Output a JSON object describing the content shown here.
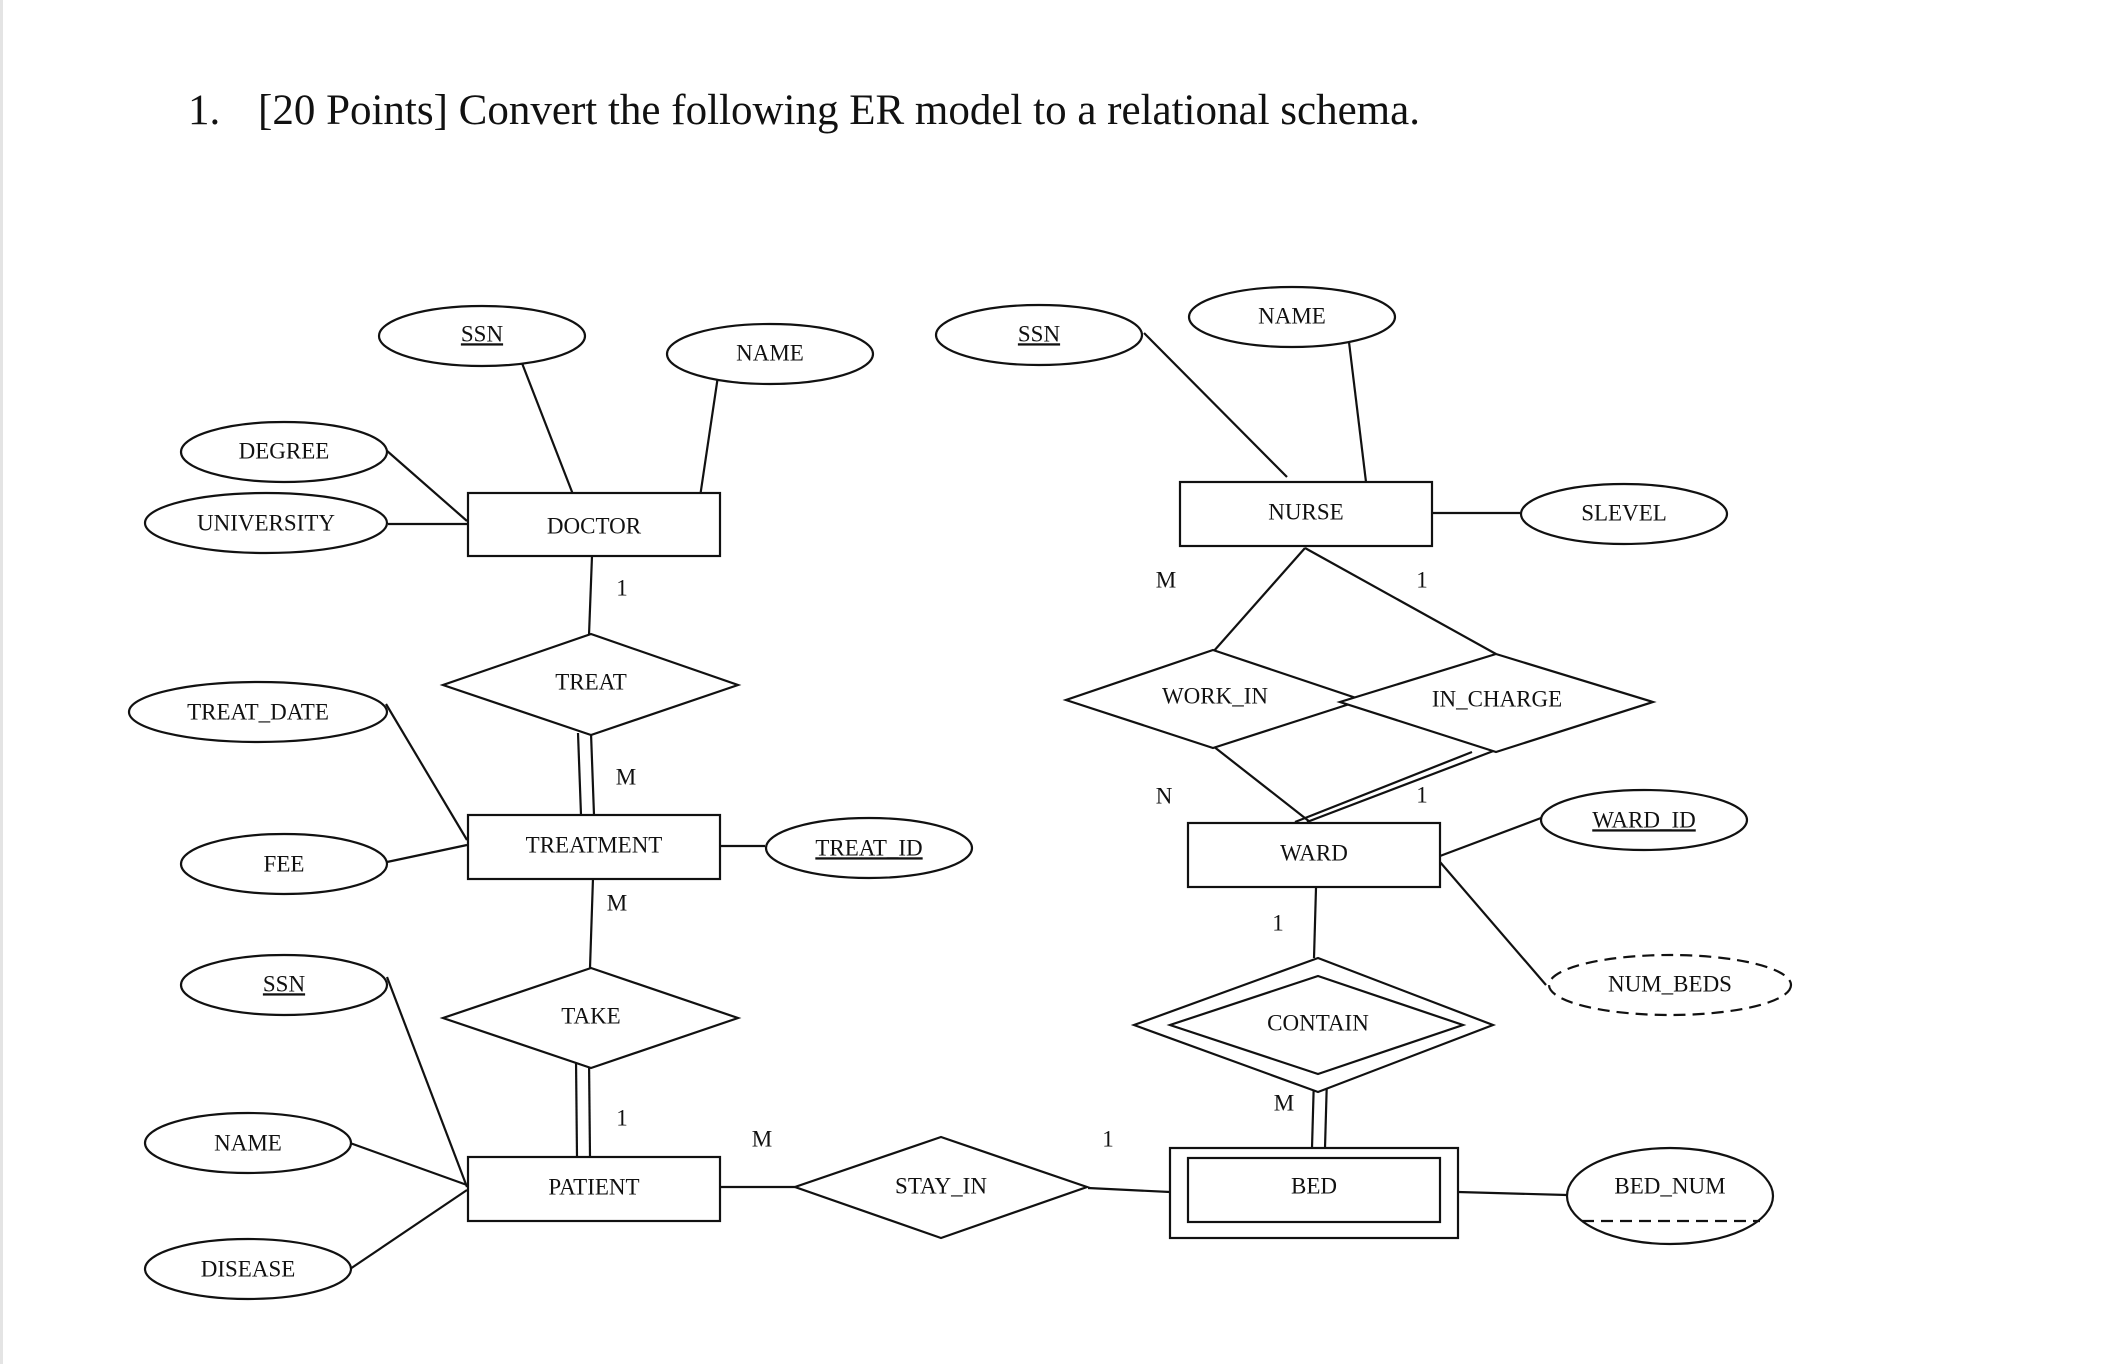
{
  "question": {
    "number": "1.",
    "text": "[20 Points] Convert the following ER model to a relational schema."
  },
  "diagram": {
    "entities": {
      "doctor": "DOCTOR",
      "nurse": "NURSE",
      "treatment": "TREATMENT",
      "ward": "WARD",
      "patient": "PATIENT",
      "bed": "BED"
    },
    "relationships": {
      "treat": "TREAT",
      "take": "TAKE",
      "work_in": "WORK_IN",
      "in_charge": "IN_CHARGE",
      "contain": "CONTAIN",
      "stay_in": "STAY_IN"
    },
    "attributes": {
      "doctor_ssn": "SSN",
      "doctor_name": "NAME",
      "degree": "DEGREE",
      "university": "UNIVERSITY",
      "nurse_ssn": "SSN",
      "nurse_name": "NAME",
      "slevel": "SLEVEL",
      "treat_date": "TREAT_DATE",
      "fee": "FEE",
      "treat_id": "TREAT_ID",
      "ward_id": "WARD_ID",
      "num_beds": "NUM_BEDS",
      "patient_ssn": "SSN",
      "patient_name": "NAME",
      "disease": "DISEASE",
      "bed_num": "BED_NUM"
    },
    "cardinalities": {
      "doctor_treat": "1",
      "treatment_treat": "M",
      "treatment_take": "M",
      "patient_take": "1",
      "nurse_work_in": "M",
      "ward_work_in": "N",
      "nurse_in_charge": "1",
      "ward_in_charge": "1",
      "ward_contain": "1",
      "bed_contain": "M",
      "patient_stay_in": "M",
      "bed_stay_in": "1"
    }
  }
}
